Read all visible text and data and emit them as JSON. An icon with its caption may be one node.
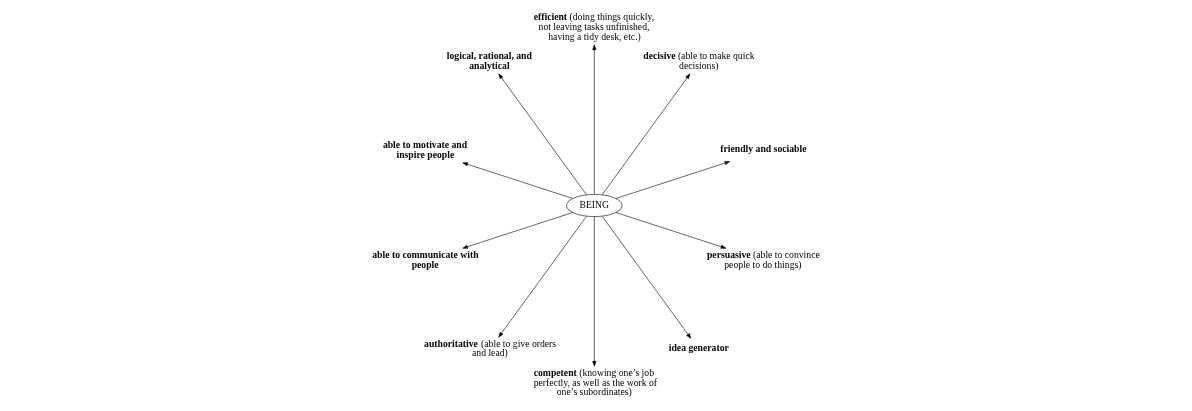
{
  "diagram": {
    "nodes": [
      {
        "text": [
          "BEING"
        ]
      },
      {
        "text": [
          "friendly and sociable"
        ]
      },
      {
        "text": [
          "**decisive** (able to make quick decisions)"
        ]
      },
      {
        "text": [
          "**efficient** (doing things quickly, not leaving tasks unfinished, having a tidy desk, etc.)"
        ]
      },
      {
        "text": [
          "logical, rational, and analytical"
        ]
      },
      {
        "text": [
          "able to motivate and inspire people"
        ]
      },
      {
        "text": [
          "able to communicate with people"
        ]
      },
      {
        "text": [
          "**authoritative** (able to give orders and lead)"
        ]
      },
      {
        "text": [
          "**competent** (knowing one’s job perfectly, as well as the work of one’s subordinates)"
        ]
      },
      {
        "text": [
          "idea generator"
        ]
      },
      {
        "text": [
          "**persuasive** (able to convince people to do things)"
        ]
      }
    ],
    "edges": [
      {
        "from": 0,
        "to": 1,
        "arrow": "to"
      },
      {
        "from": 0,
        "to": 2,
        "arrow": "to"
      },
      {
        "from": 0,
        "to": 3,
        "arrow": "to"
      },
      {
        "from": 0,
        "to": 4,
        "arrow": "to"
      },
      {
        "from": 0,
        "to": 5,
        "arrow": "to"
      },
      {
        "from": 0,
        "to": 6,
        "arrow": "to"
      },
      {
        "from": 0,
        "to": 7,
        "arrow": "to"
      },
      {
        "from": 0,
        "to": 8,
        "arrow": "to"
      },
      {
        "from": 0,
        "to": 9,
        "arrow": "to"
      },
      {
        "from": 0,
        "to": 10,
        "arrow": "to"
      }
    ]
  }
}
